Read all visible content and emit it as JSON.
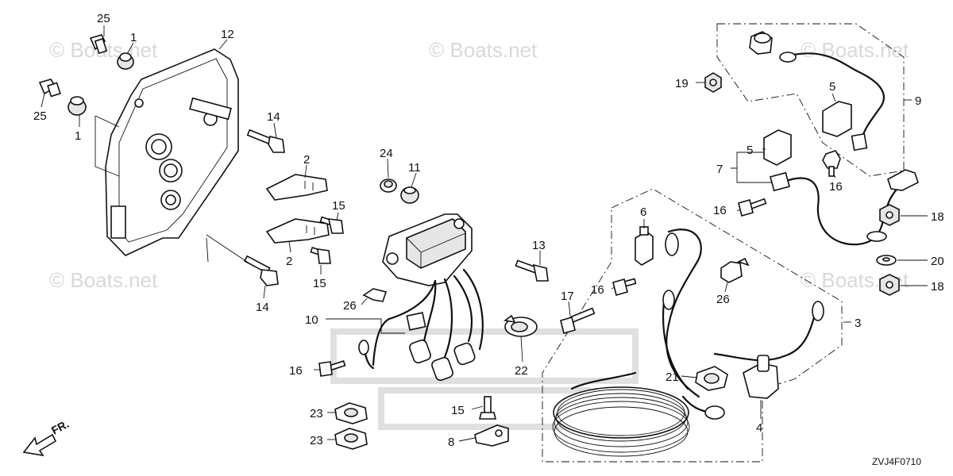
{
  "watermark": "© Boats.net",
  "diagram_code": "ZVJ4F0710",
  "direction_label": "FR.",
  "callouts": [
    {
      "id": "c25a",
      "label": "25"
    },
    {
      "id": "c1a",
      "label": "1"
    },
    {
      "id": "c12",
      "label": "12"
    },
    {
      "id": "c25b",
      "label": "25"
    },
    {
      "id": "c1b",
      "label": "1"
    },
    {
      "id": "c14a",
      "label": "14"
    },
    {
      "id": "c2a",
      "label": "2"
    },
    {
      "id": "c15a",
      "label": "15"
    },
    {
      "id": "c2b",
      "label": "2"
    },
    {
      "id": "c15b",
      "label": "15"
    },
    {
      "id": "c14b",
      "label": "14"
    },
    {
      "id": "c24",
      "label": "24"
    },
    {
      "id": "c11",
      "label": "11"
    },
    {
      "id": "c13",
      "label": "13"
    },
    {
      "id": "c26a",
      "label": "26"
    },
    {
      "id": "c10",
      "label": "10"
    },
    {
      "id": "c16a",
      "label": "16"
    },
    {
      "id": "c22",
      "label": "22"
    },
    {
      "id": "c23a",
      "label": "23"
    },
    {
      "id": "c23b",
      "label": "23"
    },
    {
      "id": "c15c",
      "label": "15"
    },
    {
      "id": "c8",
      "label": "8"
    },
    {
      "id": "c17",
      "label": "17"
    },
    {
      "id": "c16b",
      "label": "16"
    },
    {
      "id": "c6",
      "label": "6"
    },
    {
      "id": "c26b",
      "label": "26"
    },
    {
      "id": "c3",
      "label": "3"
    },
    {
      "id": "c21",
      "label": "21"
    },
    {
      "id": "c4",
      "label": "4"
    },
    {
      "id": "c19",
      "label": "19"
    },
    {
      "id": "c5a",
      "label": "5"
    },
    {
      "id": "c9",
      "label": "9"
    },
    {
      "id": "c5b",
      "label": "5"
    },
    {
      "id": "c7",
      "label": "7"
    },
    {
      "id": "c16c",
      "label": "16"
    },
    {
      "id": "c16d",
      "label": "16"
    },
    {
      "id": "c18a",
      "label": "18"
    },
    {
      "id": "c20",
      "label": "20"
    },
    {
      "id": "c18b",
      "label": "18"
    }
  ]
}
